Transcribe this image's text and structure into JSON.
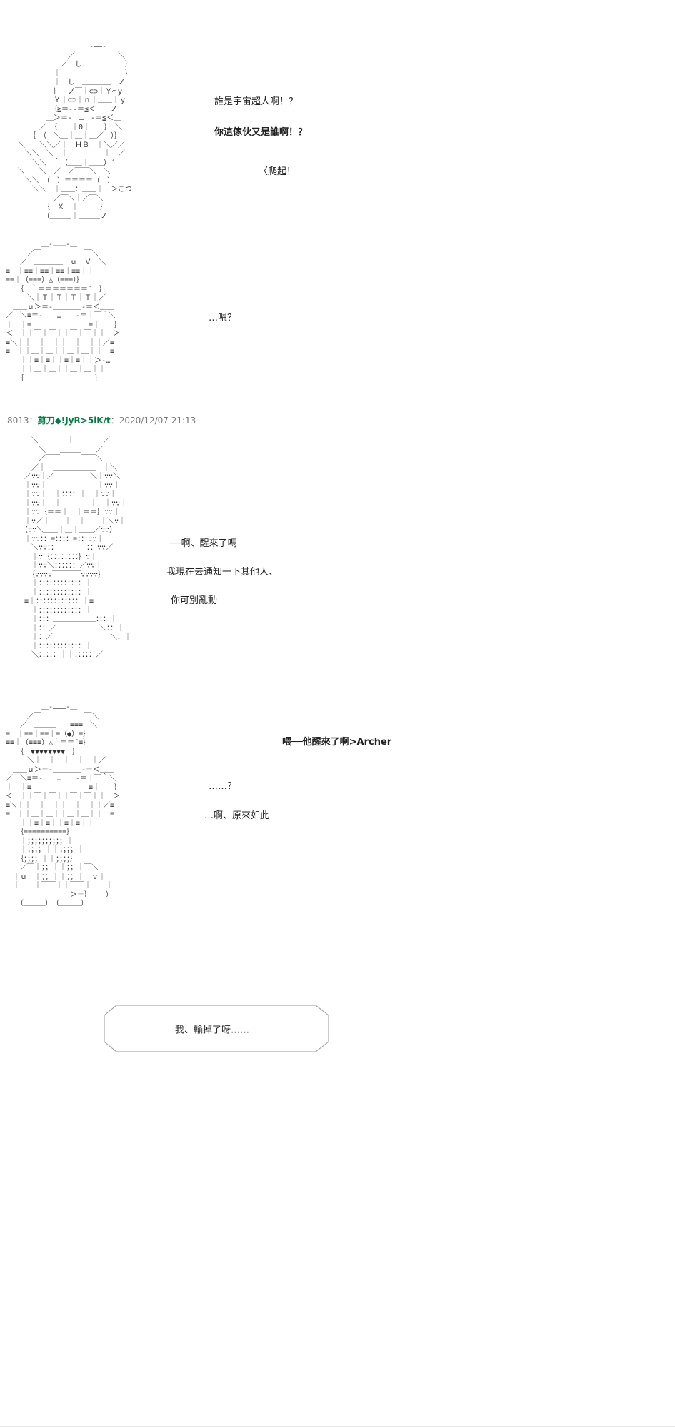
{
  "post_header": {
    "number": "8013",
    "separator1": "：",
    "name": "剪刀◆!JyR>5lK/t",
    "separator2": "：",
    "datetime": "2020/12/07 21:13",
    "name_color": "#008040"
  },
  "dialogues": [
    {
      "text": "誰是宇宙超人啊！？"
    },
    {
      "text": "你這傢伙又是誰啊！？"
    },
    {
      "text": "〈爬起！"
    },
    {
      "text": "…嗯？"
    },
    {
      "text": "──啊、醒來了嗎"
    },
    {
      "text": "我現在去通知一下其他人、"
    },
    {
      "text": "你可別亂動"
    },
    {
      "text": "喂──他醒來了啊>Archer"
    },
    {
      "text": "……？"
    },
    {
      "text": "…啊、原來如此"
    }
  ],
  "speech_bubble": {
    "text": "我、輸掉了呀……"
  },
  "ascii_arts": [
    {
      "name": "sans-startled",
      "text": "　　　　　　　　＿＿-――-＿\n　　　　　　　／　　　　　　＼\n　　　　　　／　し　　　　　　｝\n　　　　　｜　　　　　　　　　｝\n　　　　　｜　し　＿＿＿＿　ノ\n　　　　　｝＿ノ￣｜⊂⊃｜Ｙ⌒ｙ\n　　　　　Ｙ｜⊂⊃｜ｎ｜＿＿｜ｙ\n　　　　　｛≧＝--＝≦＜　　ノ\n　　　　＿＞＝-　…　-＝≦＜＿\n　　　／　｛　　｜Θ｜　　｝　＼\n　　｛　（　＼＿｜＿｜＿／　）｝\n＼　　＼＼／｜　ＨＢ　｜＼／／\n　＼＼　＼　｜＿＿＿＿＿｜　／\n　　＼＼　｀（＿＿｜＿＿）´\n＼　　＼　／＿／￣￣＼＿＼\n　＼＼　（＿）＝＝＝＝（＿）\n　　＼＼　｜＿＿：＿＿｜　＞こつ\n　　　　　／￣＼｜／￣＼\n　　　　｛　Ｘ　｜　　　｝\n　　　　（＿＿＿｜＿＿＿ノ"
    },
    {
      "name": "sans-bust",
      "text": "　　　　　＿-………-＿\n　　　／￣　　　　　　￣＼\n　　／　＿＿＿＿　ｕ　Ｖ　＼\n≡　｜≡≡｜≡≡｜≡≡｜≡≡｜｜\n≡≡｜（≡≡≡）△（≡≡≡）｝\n　　｛　｀＝＝＝＝＝＝＝´　｝\n　　　＼｜Ｔ｜Ｔ｜Ｔ｜Ｔ｜／\n　＿＿ｕ＞＝-＿＿＿＿-＝＜＿＿\n／　＼≡＝-　　…　　-＝｜￣｀＼\n｜　｜≡　　　　　　　　≡｜　　｝\n＜　｜｜￣｜￣｜｜￣｜￣｜｜　＞\n≡＼｜｜　｜　｜｜　｜　｜｜／≡\n≡　｜｜＿｜＿｜｜＿｜＿｜｜　≡\n　　｜｜≡｜≡｜｜≡｜≡｜｜＞-…\n　　｜｜＿｜＿｜｜＿｜＿｜｜\n　　｛＿＿＿＿＿＿＿＿＿＿｝"
    },
    {
      "name": "robot-figure",
      "text": "　　　＼　　　　｜　　　　／\n　　　　＼　　＿＿＿　　／\n　　　　／￣￣　　　￣￣＼\n　　　／｜　＿＿＿＿＿＿　｜＼\n　　／∵∵｜／　　　　　＼｜∵∵＼\n　　｜∵∵｜　＿＿＿＿＿　｜∵∵｜\n　　｜∵∵｜　｜：：：：｜　｜∵∵｜\n　　｜∵∵｜＿｜＿＿＿＿｜＿｜∵∵｜\n　　｜∵∵｛＝＝｜　｜＝＝｝∵∵｜\n　　｜∵／｜　　｜　｜　　｜＼∵｜\n　　（∵∵＼＿＿｜＿｜＿＿／∵∵）\n　　｜∵∵：：≡：：：：≡：：∵∵｜\n　　　＼∵∵：：＿＿＿＿：：∵∵／\n　　　｜∵｛：：：：：：：：｝∵｜\n　　　｜∵∵＼：：：：：：／∵∵｜\n　　　｛∵∵∵∵￣￣￣￣∵∵∵∵｝\n　　　｜：：：：：：：：：：：：｜\n　　　｜：：：：：：：：：：：：｜\n　　≡｜：：：：：：：：：：：：｜≡\n　　　｜：：：：：：：：：：：：｜\n　　　｜：：：＿＿＿＿＿＿：：：｜\n　　　｜：：／　　　　　　＼：：｜\n　　　｜：／　　　　　　　　＼：｜\n　　　｜：：：：：：：：：：：：｜\n　　　＼：：：：：｜｜：：：：：／\n　　　　￣￣￣￣￣　　￣￣￣￣￣"
    },
    {
      "name": "sans-fullbody",
      "text": "　　　　　＿-………-＿\n　　　／￣　　　　　　￣＼\n　　／　＿＿＿　　≡≡≡　＼\n≡　｜≡≡｜≡≡｜≡（●）≡｝\n≡≡｜（≡≡≡）△｀＝＝´≡｝\n　　｛　▼▼▼▼▼▼▼▼　｝\n　　　＼｜＿｜＿｜＿｜＿｜／\n　＿＿ｕ＞＝-＿＿＿＿-＝＜＿＿\n／　＼≡＝-　　…　　-＝｜￣｀＼\n｜　｜≡　　　　　　　　≡｜　　｝\n＜　｜｜￣｜￣｜｜￣｜￣｜｜　＞\n≡＼｜｜　｜　｜｜　｜　｜｜／≡\n≡　｜｜＿｜＿｜｜＿｜＿｜｜　≡\n　　｜｜≡｜≡｜｜≡｜≡｜｜\n　　｛≡≡≡≡≡≡≡≡≡≡｝\n　　｜；；；；；；；；；；｜\n　　｜；；；；｜｜；；；；｜\n　　｛；；；；｜｜；；；；｝\n　　／￣｜；；｜｜；；｜￣＼\n　｜ｕ　｜；；｜｜；；｜　ｖ｜\n　｜＿＿｜￣￣｜｜￣￣｜＿＿｜\n　　　　　　　　　＞＝｝＿＿）\n　　（＿＿＿）　（＿＿＿）"
    }
  ]
}
